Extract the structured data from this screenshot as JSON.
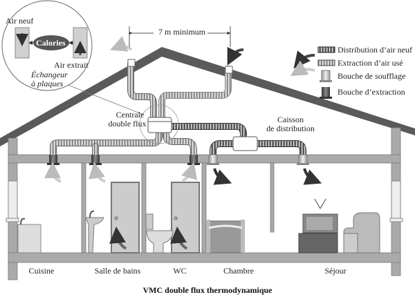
{
  "title": "VMC double flux thermodynamique",
  "dimension": "7 m minimum",
  "inset": {
    "air_neuf": "Air neuf",
    "calories": "Calories",
    "air_extrait": "Air extrait",
    "exchanger_line1": "Échangeur",
    "exchanger_line2": "à plaques"
  },
  "units": {
    "centrale_line1": "Centrale",
    "centrale_line2": "double flux",
    "caisson_line1": "Caisson",
    "caisson_line2": "de distribution"
  },
  "legend": [
    {
      "icon": "dark-duct-icon",
      "label": "Distribution d’air neuf"
    },
    {
      "icon": "light-duct-icon",
      "label": "Extraction d’air usé"
    },
    {
      "icon": "supply-vent-icon",
      "label": "Bouche de soufflage"
    },
    {
      "icon": "extract-vent-icon",
      "label": "Bouche d’extraction"
    }
  ],
  "rooms": [
    {
      "name": "Cuisine",
      "vent": "extraction"
    },
    {
      "name": "Salle de bains",
      "vent": "extraction"
    },
    {
      "name": "WC",
      "vent": "extraction"
    },
    {
      "name": "Chambre",
      "vent": "soufflage"
    },
    {
      "name": "Séjour",
      "vent": "soufflage"
    }
  ],
  "colors": {
    "wall": "#a8a8a8",
    "roof": "#555555",
    "duct_dark": "#555555",
    "duct_light": "#b5b5b5",
    "calories": "#555555"
  }
}
